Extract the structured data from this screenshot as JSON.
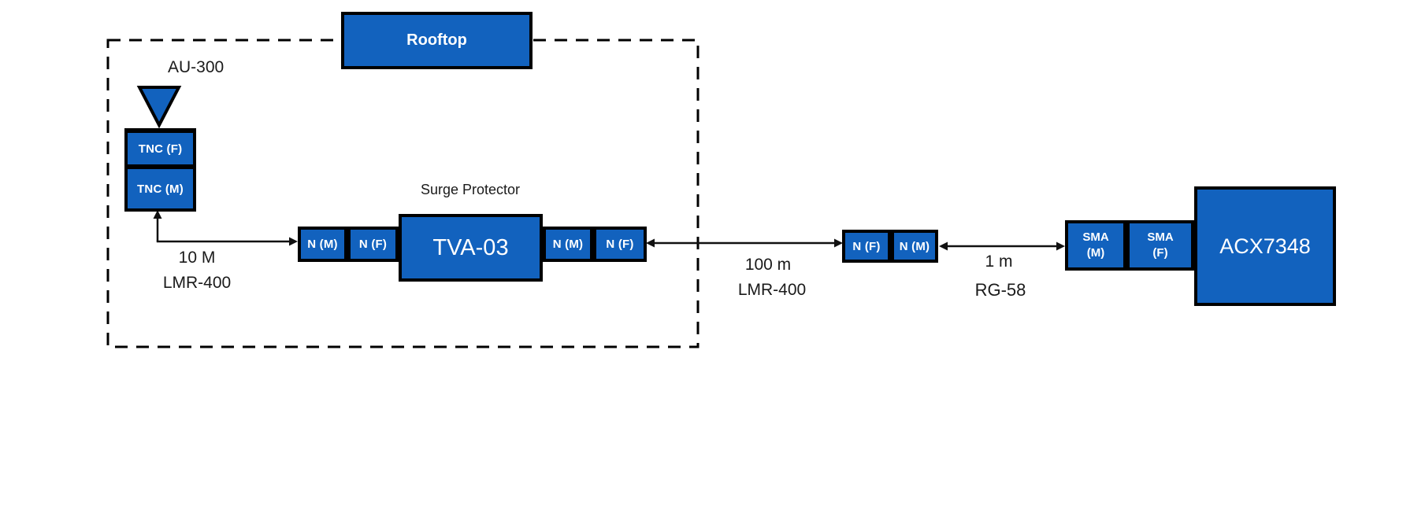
{
  "diagram": {
    "zone": {
      "label": "Rooftop"
    },
    "antenna": {
      "label": "AU-300"
    },
    "antenna_connectors": {
      "top": "TNC (F)",
      "bottom": "TNC (M)"
    },
    "cable_antenna": {
      "length": "10 M",
      "type": "LMR-400"
    },
    "surge_protector": {
      "title": "Surge Protector",
      "model": "TVA-03",
      "in_connectors": [
        "N (M)",
        "N (F)"
      ],
      "out_connectors": [
        "N (M)",
        "N (F)"
      ]
    },
    "cable_run": {
      "length": "100 m",
      "type": "LMR-400"
    },
    "mid_connectors": [
      "N (F)",
      "N (M)"
    ],
    "cable_jumper": {
      "length": "1 m",
      "type": "RG-58"
    },
    "device": {
      "model": "ACX7348",
      "connectors": [
        {
          "line1": "SMA",
          "line2": "(M)"
        },
        {
          "line1": "SMA",
          "line2": "(F)"
        }
      ]
    },
    "colors": {
      "box_blue": "#1262be",
      "line_black": "#111111"
    }
  }
}
